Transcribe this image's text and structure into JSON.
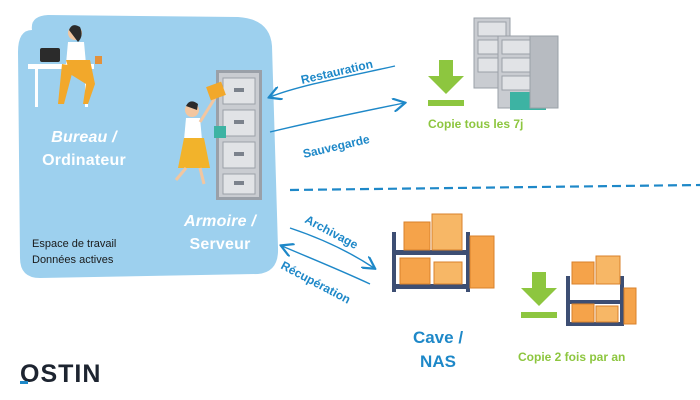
{
  "office": {
    "bureau_label": "Bureau /",
    "bureau_name": "Ordinateur",
    "armoire_label": "Armoire /",
    "armoire_name": "Serveur",
    "note_line1": "Espace de travail",
    "note_line2": "Données actives"
  },
  "arrows": {
    "restauration": "Restauration",
    "sauvegarde": "Sauvegarde",
    "archivage": "Archivage",
    "recuperation": "Récupération"
  },
  "backup_top": {
    "frequency": "Copie tous les 7j"
  },
  "cave": {
    "label": "Cave /",
    "name": "NAS"
  },
  "backup_bottom": {
    "frequency": "Copie 2 fois par an"
  },
  "logo": {
    "text": "OSTIN"
  },
  "colors": {
    "blob": "#9dd0ee",
    "arrow_blue": "#1e88c8",
    "green": "#8dc63f",
    "cabinet": "#c9ccd1",
    "box": "#f5a34a",
    "shelf": "#3d4e73"
  },
  "icons": [
    "download-icon",
    "filing-cabinet-icon",
    "shelf-boxes-icon",
    "person-icon",
    "logo-icon"
  ]
}
